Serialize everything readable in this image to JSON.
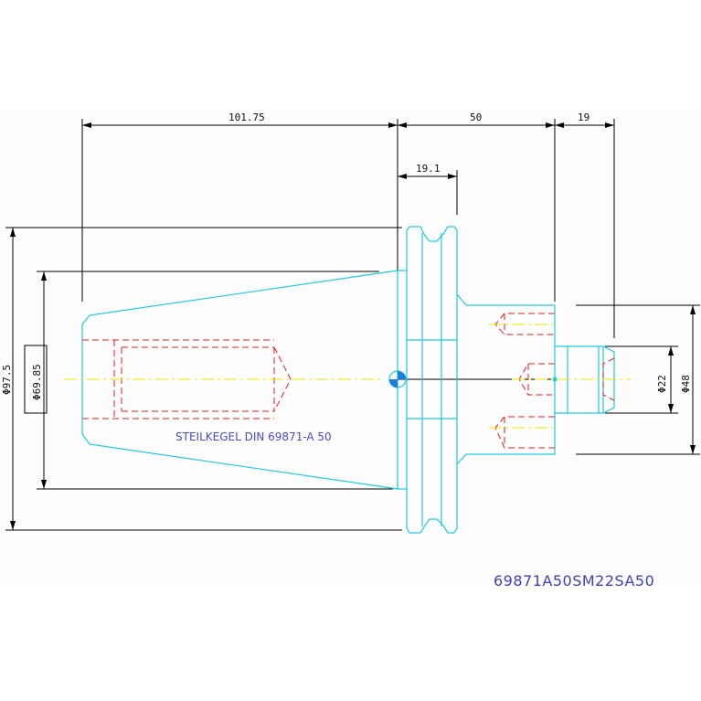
{
  "dimensions": {
    "d1": "101.75",
    "d2": "50",
    "d3": "19",
    "d4": "19.1",
    "dia_97_5": "Φ97.5",
    "dia_69_85": "Φ69.85",
    "dia_22": "Φ22",
    "dia_48": "Φ48"
  },
  "labels": {
    "taper": "STEILKEGEL DIN 69871-A 50",
    "part_code": "69871A50SM22SA50"
  },
  "colors": {
    "part": "#22c8e0",
    "hidden": "#e02020",
    "centerline": "#e8e800",
    "dimension": "#000000",
    "text": "#4040b8"
  }
}
